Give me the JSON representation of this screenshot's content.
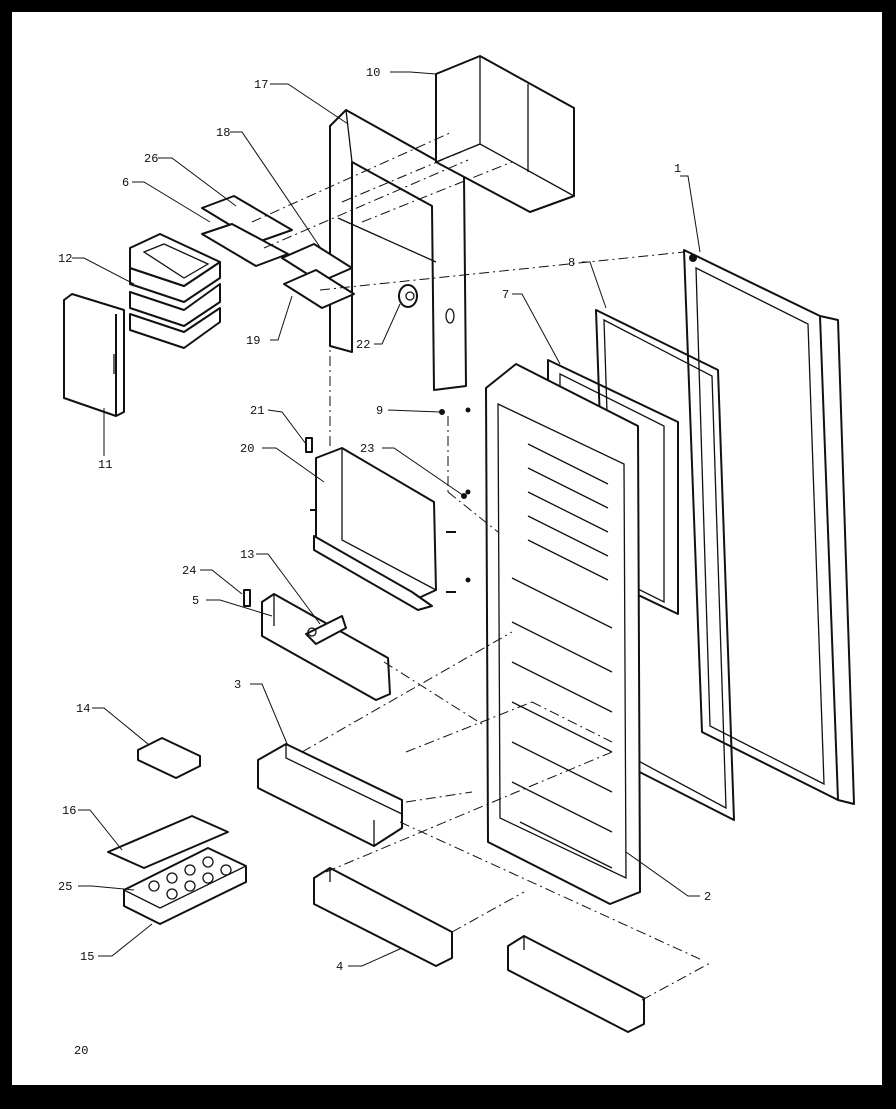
{
  "diagram": {
    "colors": {
      "ink": "#111111",
      "paper": "#ffffff",
      "border": "#000000"
    },
    "callouts": {
      "p1": "1",
      "p2": "2",
      "p3": "3",
      "p4": "4",
      "p5": "5",
      "p6": "6",
      "p7": "7",
      "p8": "8",
      "p9": "9",
      "p10": "10",
      "p11": "11",
      "p12": "12",
      "p13": "13",
      "p14": "14",
      "p15": "15",
      "p16": "16",
      "p17": "17",
      "p18": "18",
      "p19": "19",
      "p20": "20",
      "p21": "21",
      "p22": "22",
      "p23": "23",
      "p24": "24",
      "p25": "25",
      "p26": "26"
    },
    "page_number": "20"
  }
}
